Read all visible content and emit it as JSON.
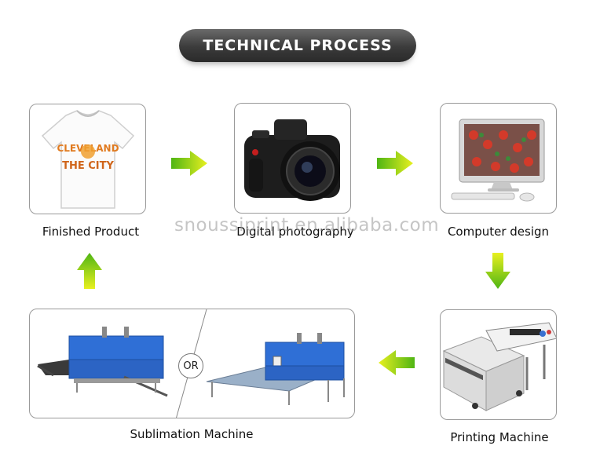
{
  "header": {
    "title": "TECHNICAL PROCESS"
  },
  "watermark": "snoussiprint.en.alibaba.com",
  "steps": {
    "finished_product": {
      "label": "Finished Product",
      "shirt_text_1": "CLEVELAND",
      "shirt_text_2": "THE CITY"
    },
    "digital_photography": {
      "label": "Digital photography"
    },
    "computer_design": {
      "label": "Computer design"
    },
    "printing_machine": {
      "label": "Printing Machine"
    },
    "sublimation_machine": {
      "label": "Sublimation Machine",
      "or_text": "OR"
    }
  },
  "colors": {
    "arrow_green": "#6cc414",
    "arrow_yellow": "#e8f020",
    "banner": "#3b3b3b",
    "machine_blue": "#2f6fd6"
  }
}
